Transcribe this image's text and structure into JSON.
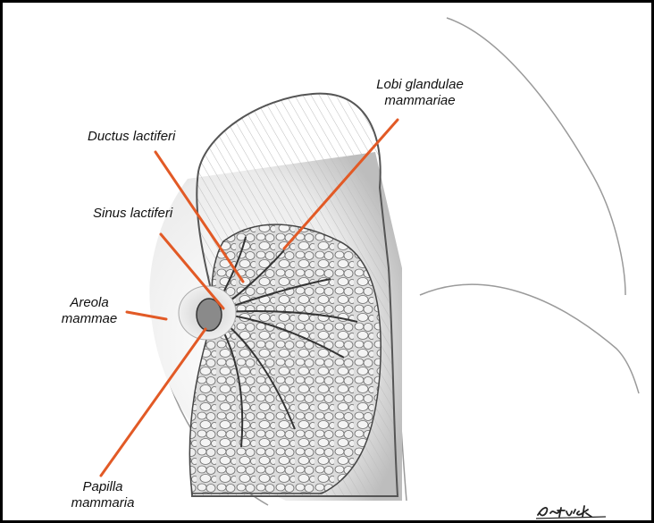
{
  "labels": {
    "lobi": [
      "Lobi glandulae",
      "mammariae"
    ],
    "ductus": "Ductus lactiferi",
    "sinus": "Sinus lactiferi",
    "areola": [
      "Areola",
      "mammae"
    ],
    "papilla": [
      "Papilla",
      "mammaria"
    ]
  },
  "signature": "Patrick",
  "colors": {
    "pointer": "#e25a26",
    "frame": "#000000",
    "ink": "#3a3a3a",
    "tissue": "#d9d9d9"
  }
}
